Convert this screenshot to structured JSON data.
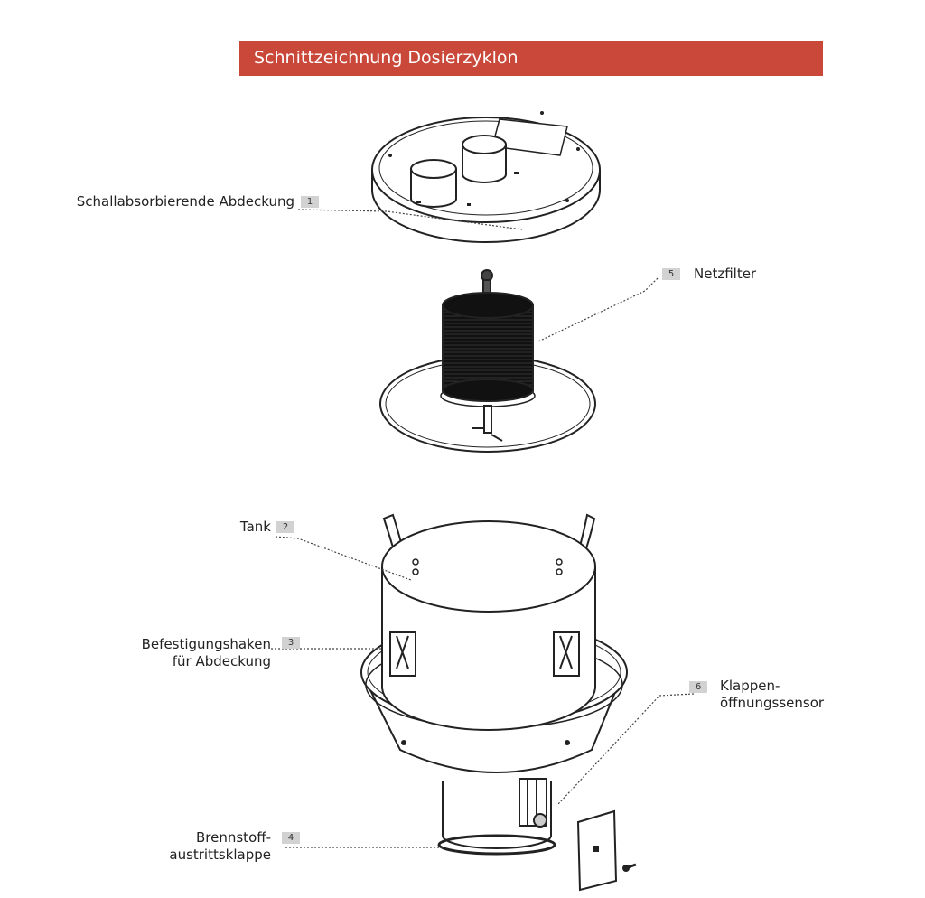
{
  "title": "Schnittzeichnung Dosierzyklon",
  "accent_color": "#c9483a",
  "callouts": [
    {
      "number": "1",
      "label": "Schallabsorbierende Abdeckung"
    },
    {
      "number": "2",
      "label": "Tank"
    },
    {
      "number": "3",
      "label_line1": "Befestigungshaken",
      "label_line2": "für Abdeckung"
    },
    {
      "number": "4",
      "label_line1": "Brennstoff-",
      "label_line2": "austrittsklappe"
    },
    {
      "number": "5",
      "label": "Netzfilter"
    },
    {
      "number": "6",
      "label_line1": "Klappen-",
      "label_line2": "öffnungssensor"
    }
  ]
}
